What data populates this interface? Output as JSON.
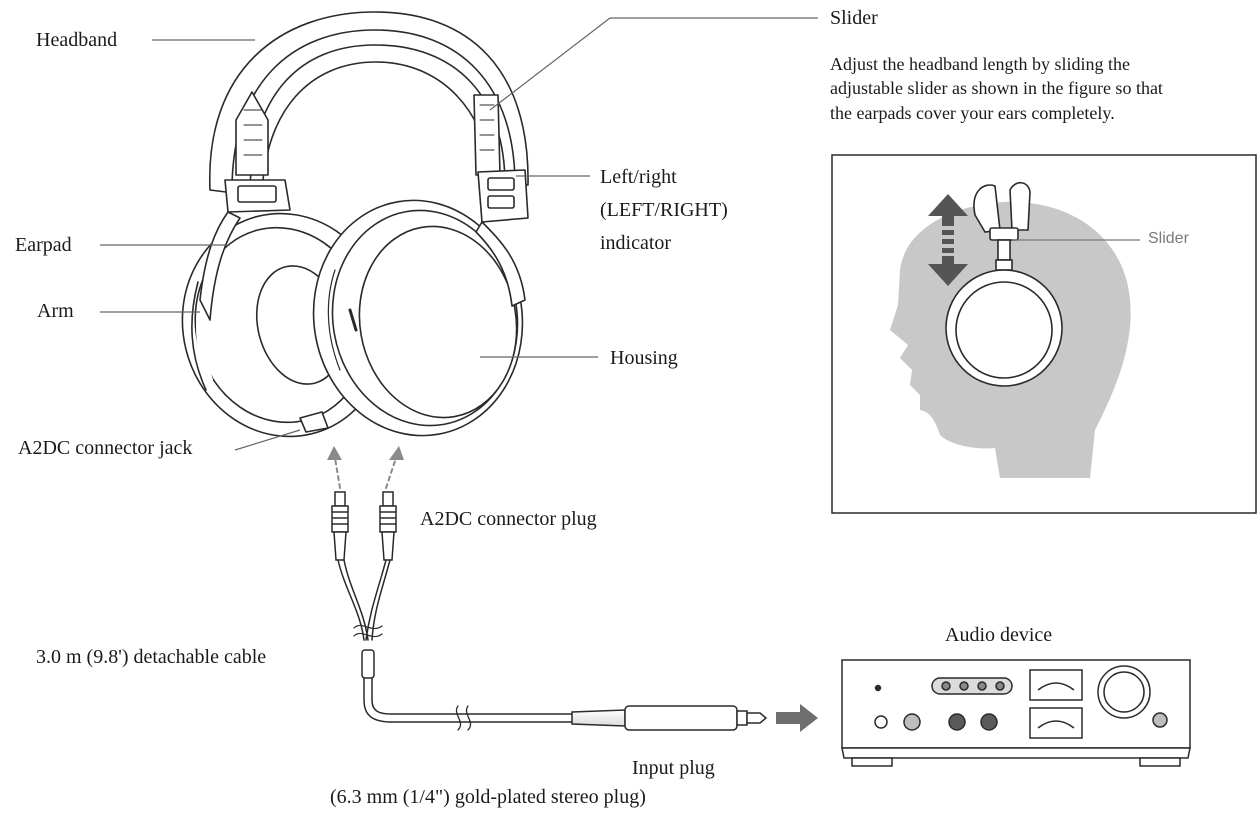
{
  "labels": {
    "headband": "Headband",
    "earpad": "Earpad",
    "arm": "Arm",
    "a2dc_jack": "A2DC connector jack",
    "slider": "Slider",
    "lr_indicator_1": "Left/right",
    "lr_indicator_2": "(LEFT/RIGHT)",
    "lr_indicator_3": "indicator",
    "housing": "Housing",
    "a2dc_plug": "A2DC connector plug",
    "cable": "3.0 m (9.8') detachable cable",
    "input_plug_1": "Input plug",
    "input_plug_2": "(6.3 mm (1/4\") gold-plated stereo plug)",
    "audio_device": "Audio device"
  },
  "slider_note": {
    "line1": "Adjust the headband length by sliding the",
    "line2": "adjustable slider as shown in the figure so that",
    "line3": "the earpads cover your ears completely."
  },
  "inset": {
    "slider_label": "Slider"
  },
  "colors": {
    "line": "#2a2a2a",
    "leader": "#555555",
    "head": "#c8c8c8",
    "arrow_gray": "#6e6e6e",
    "dashed_arrow": "#8a8a8a"
  }
}
